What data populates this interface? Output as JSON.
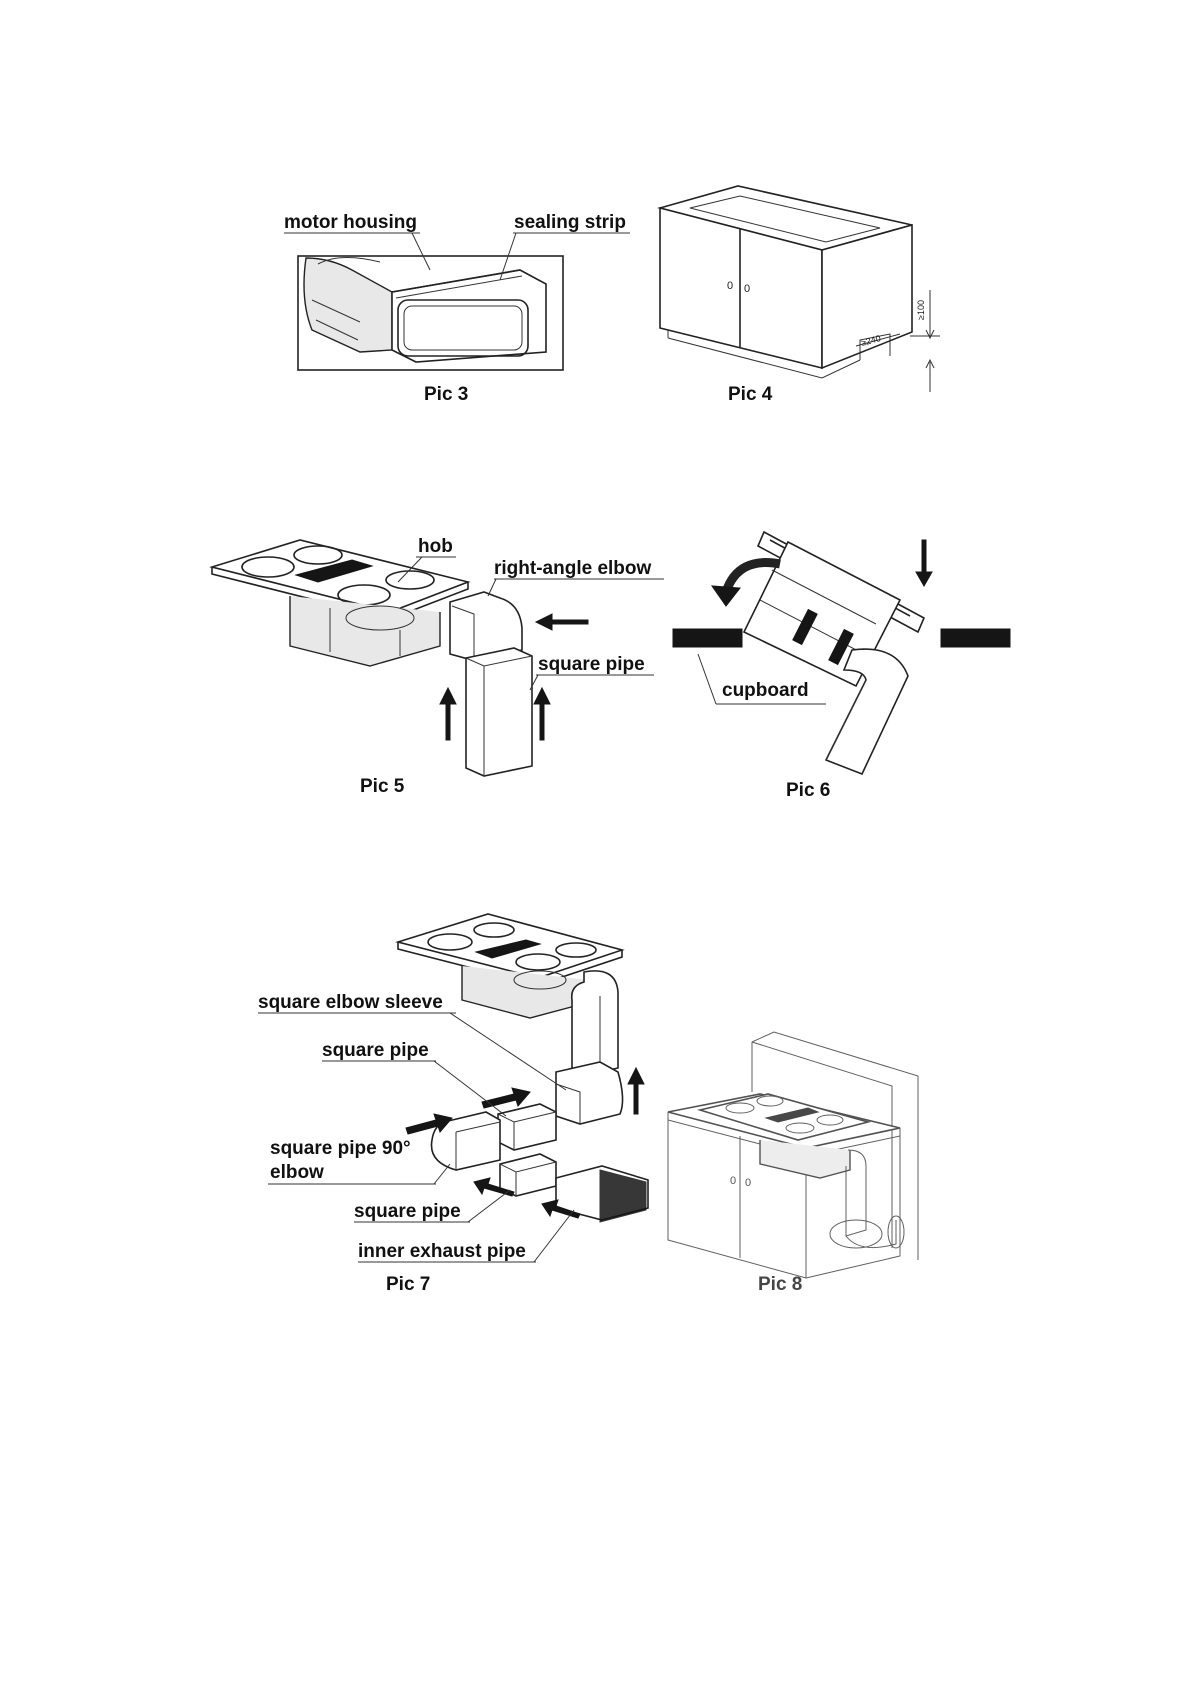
{
  "pic3": {
    "caption": "Pic 3",
    "label_motor_housing": "motor housing",
    "label_sealing_strip": "sealing strip"
  },
  "pic4": {
    "caption": "Pic 4",
    "dim_width": "≥240",
    "dim_height": "≥100"
  },
  "pic5": {
    "caption": "Pic 5",
    "label_hob": "hob",
    "label_elbow": "right-angle elbow",
    "label_square_pipe": "square pipe"
  },
  "pic6": {
    "caption": "Pic 6",
    "label_cupboard": "cupboard"
  },
  "pic7": {
    "caption": "Pic 7",
    "label_square_elbow_sleeve": "square elbow sleeve",
    "label_square_pipe_top": "square pipe",
    "label_elbow_90_line1": "square pipe 90°",
    "label_elbow_90_line2": "elbow",
    "label_square_pipe_bottom": "square pipe",
    "label_inner_exhaust_pipe": "inner exhaust pipe"
  },
  "pic8": {
    "caption": "Pic 8"
  },
  "colors": {
    "ink": "#111111",
    "paper": "#ffffff"
  }
}
